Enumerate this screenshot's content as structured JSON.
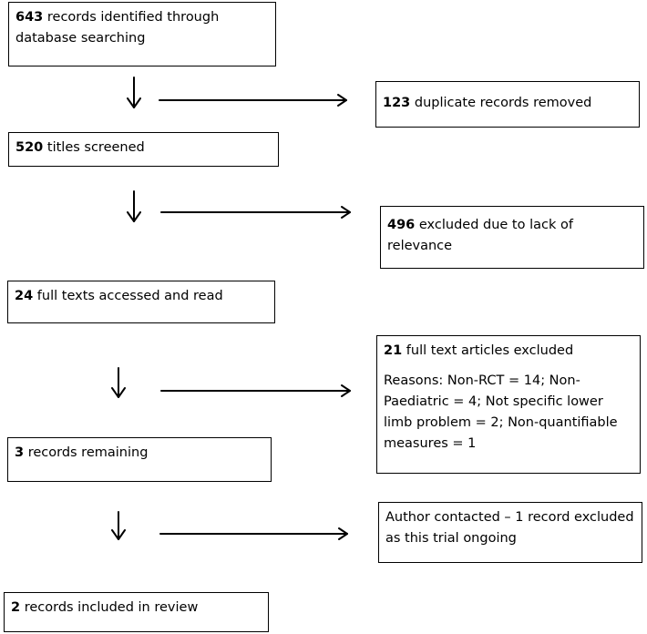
{
  "boxes": {
    "identified": {
      "number": "643",
      "text": "records identified through database searching"
    },
    "duplicates": {
      "number": "123",
      "text": "duplicate records removed"
    },
    "screened": {
      "number": "520",
      "text": "titles screened"
    },
    "excluded_relevance": {
      "number": "496",
      "text": "excluded due to lack of relevance"
    },
    "full_texts": {
      "number": "24",
      "text": "full texts accessed and read"
    },
    "excluded_articles": {
      "number": "21",
      "text": "full text articles excluded",
      "reasons": "Reasons:  Non-RCT = 14; Non-Paediatric =  4; Not specific lower limb problem = 2; Non-quantifiable measures = 1"
    },
    "remaining": {
      "number": "3",
      "text": "records remaining"
    },
    "author_contacted": {
      "text": "Author contacted – 1 record excluded as this trial ongoing"
    },
    "included": {
      "number": "2",
      "text": "records included in review"
    }
  },
  "colors": {
    "line": "#000000",
    "background": "#ffffff"
  }
}
